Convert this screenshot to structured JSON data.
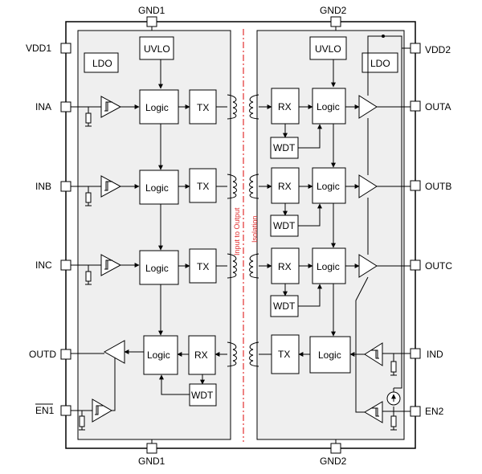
{
  "pins": {
    "gnd1_top": "GND1",
    "gnd2_top": "GND2",
    "gnd1_bottom": "GND1",
    "gnd2_bottom": "GND2",
    "vdd1": "VDD1",
    "vdd2": "VDD2",
    "ina": "INA",
    "inb": "INB",
    "inc": "INC",
    "outd": "OUTD",
    "en1": "EN1",
    "outa": "OUTA",
    "outb": "OUTB",
    "outc": "OUTC",
    "ind": "IND",
    "en2": "EN2"
  },
  "blocks": {
    "uvlo": "UVLO",
    "ldo": "LDO",
    "logic": "Logic",
    "tx": "TX",
    "rx": "RX",
    "wdt": "WDT"
  },
  "isolation": {
    "line1": "Input to Output",
    "line2": "Isolation"
  },
  "colors": {
    "isolation_line": "#e23030",
    "panel_fill": "#efefef"
  }
}
